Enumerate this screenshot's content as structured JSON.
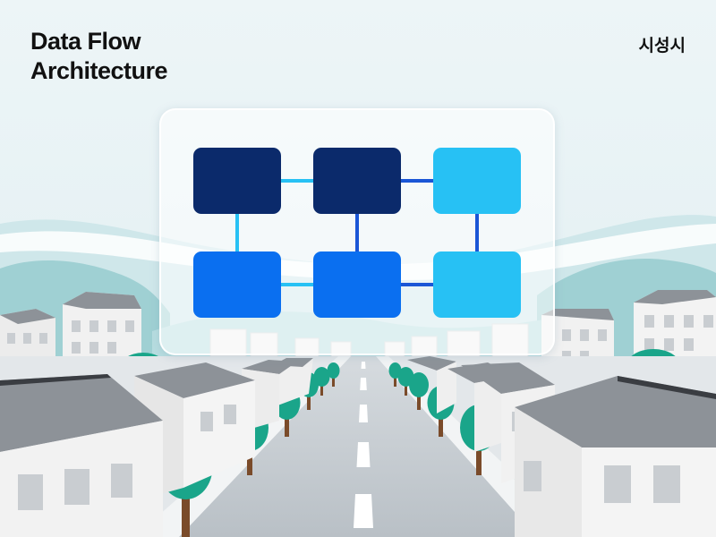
{
  "header": {
    "title_line1": "Data Flow",
    "title_line2": "Architecture",
    "brand": "시성시"
  },
  "diagram": {
    "nodes": [
      {
        "id": "n1",
        "row": 0,
        "col": 0,
        "color": "#0b2a6b"
      },
      {
        "id": "n2",
        "row": 0,
        "col": 1,
        "color": "#0b2a6b"
      },
      {
        "id": "n3",
        "row": 0,
        "col": 2,
        "color": "#27c1f4"
      },
      {
        "id": "n4",
        "row": 1,
        "col": 0,
        "color": "#0a6ff0"
      },
      {
        "id": "n5",
        "row": 1,
        "col": 1,
        "color": "#0a6ff0"
      },
      {
        "id": "n6",
        "row": 1,
        "col": 2,
        "color": "#27c1f4"
      }
    ],
    "edges": [
      {
        "from": "n1",
        "to": "n2",
        "color": "#27c1f4"
      },
      {
        "from": "n2",
        "to": "n3",
        "color": "#1a56d6"
      },
      {
        "from": "n4",
        "to": "n5",
        "color": "#27c1f4"
      },
      {
        "from": "n5",
        "to": "n6",
        "color": "#1a56d6"
      },
      {
        "from": "n1",
        "to": "n4",
        "color": "#27c1f4"
      },
      {
        "from": "n2",
        "to": "n5",
        "color": "#1a56d6"
      },
      {
        "from": "n3",
        "to": "n6",
        "color": "#1a56d6"
      }
    ]
  },
  "palette": {
    "sky": "#eaf3f6",
    "hills": "#9fd0d3",
    "tree": "#1aa58a",
    "trunk": "#7a4b2a",
    "road": "#c7cdd2",
    "house_wall": "#ededed",
    "house_roof": "#8a8f95"
  }
}
